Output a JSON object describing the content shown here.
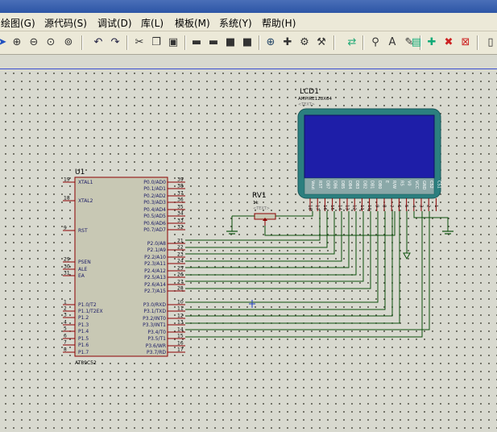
{
  "menu": [
    "绘图(G)",
    "源代码(S)",
    "调试(D)",
    "库(L)",
    "模板(M)",
    "系统(Y)",
    "帮助(H)"
  ],
  "toolbar_icons": [
    "arrow-icon",
    "zoom-in-icon",
    "zoom-out-icon",
    "zoom-all-icon",
    "zoom-area-icon",
    "undo-icon",
    "redo-icon",
    "cut-icon",
    "copy-icon",
    "paste-icon",
    "block-copy-icon",
    "block-move-icon",
    "block-rotate-icon",
    "block-delete-icon",
    "pick-device-icon",
    "make-device-icon",
    "pack-device-icon",
    "decompose-icon",
    "wire-autoroute-icon",
    "search-tag-icon",
    "property-assign-icon",
    "design-explorer-icon",
    "new-sheet-icon",
    "delete-sheet-icon",
    "netlist-icon"
  ],
  "u1": {
    "ref": "U1",
    "part": "AT89C52",
    "left_pins": [
      {
        "num": "19",
        "name": "XTAL1"
      },
      {
        "num": "18",
        "name": "XTAL2"
      },
      {
        "num": "9",
        "name": "RST"
      },
      {
        "num": "29",
        "name": "PSEN"
      },
      {
        "num": "30",
        "name": "ALE"
      },
      {
        "num": "31",
        "name": "EA"
      },
      {
        "num": "1",
        "name": "P1.0/T2"
      },
      {
        "num": "2",
        "name": "P1.1/T2EX"
      },
      {
        "num": "3",
        "name": "P1.2"
      },
      {
        "num": "4",
        "name": "P1.3"
      },
      {
        "num": "5",
        "name": "P1.4"
      },
      {
        "num": "6",
        "name": "P1.5"
      },
      {
        "num": "7",
        "name": "P1.6"
      },
      {
        "num": "8",
        "name": "P1.7"
      }
    ],
    "right_pins": [
      {
        "num": "39",
        "name": "P0.0/AD0"
      },
      {
        "num": "38",
        "name": "P0.1/AD1"
      },
      {
        "num": "37",
        "name": "P0.2/AD2"
      },
      {
        "num": "36",
        "name": "P0.3/AD3"
      },
      {
        "num": "35",
        "name": "P0.4/AD4"
      },
      {
        "num": "34",
        "name": "P0.5/AD5"
      },
      {
        "num": "33",
        "name": "P0.6/AD6"
      },
      {
        "num": "32",
        "name": "P0.7/AD7"
      },
      {
        "num": "21",
        "name": "P2.0/A8"
      },
      {
        "num": "22",
        "name": "P2.1/A9"
      },
      {
        "num": "23",
        "name": "P2.2/A10"
      },
      {
        "num": "24",
        "name": "P2.3/A11"
      },
      {
        "num": "25",
        "name": "P2.4/A12"
      },
      {
        "num": "26",
        "name": "P2.5/A13"
      },
      {
        "num": "27",
        "name": "P2.6/A14"
      },
      {
        "num": "28",
        "name": "P2.7/A15"
      },
      {
        "num": "10",
        "name": "P3.0/RXD"
      },
      {
        "num": "11",
        "name": "P3.1/TXD"
      },
      {
        "num": "12",
        "name": "P3.2/INT0"
      },
      {
        "num": "13",
        "name": "P3.3/INT1"
      },
      {
        "num": "14",
        "name": "P3.4/T0"
      },
      {
        "num": "15",
        "name": "P3.5/T1"
      },
      {
        "num": "16",
        "name": "P3.6/WR"
      },
      {
        "num": "17",
        "name": "P3.7/RD"
      }
    ]
  },
  "lcd": {
    "ref": "LCD1",
    "part": "AMPIRE128X64",
    "text_placeholder": "<TEXT>",
    "pins": [
      {
        "num": "18",
        "name": "Vout"
      },
      {
        "num": "17",
        "name": "RST"
      },
      {
        "num": "16",
        "name": "DB7"
      },
      {
        "num": "15",
        "name": "DB6"
      },
      {
        "num": "14",
        "name": "DB5"
      },
      {
        "num": "13",
        "name": "DB4"
      },
      {
        "num": "12",
        "name": "DB3"
      },
      {
        "num": "11",
        "name": "DB2"
      },
      {
        "num": "10",
        "name": "DB1"
      },
      {
        "num": "9",
        "name": "DB0"
      },
      {
        "num": "8",
        "name": "E"
      },
      {
        "num": "7",
        "name": "R/W"
      },
      {
        "num": "6",
        "name": "RS"
      },
      {
        "num": "5",
        "name": "V0"
      },
      {
        "num": "4",
        "name": "VCC"
      },
      {
        "num": "3",
        "name": "GND"
      },
      {
        "num": "2",
        "name": "CS2"
      },
      {
        "num": "1",
        "name": "CS1"
      }
    ]
  },
  "rv1": {
    "ref": "RV1",
    "value": "1k",
    "text_placeholder": "<TEXT>"
  },
  "colors": {
    "wire": "#0b4f0b",
    "part_border": "#8b0000",
    "part_fill": "#c8c8b4",
    "lcd_frame": "#2b7f7f",
    "lcd_screen": "#1e1ea8",
    "pin_text": "#1a1a66",
    "canvas": "#d8d9cf"
  }
}
